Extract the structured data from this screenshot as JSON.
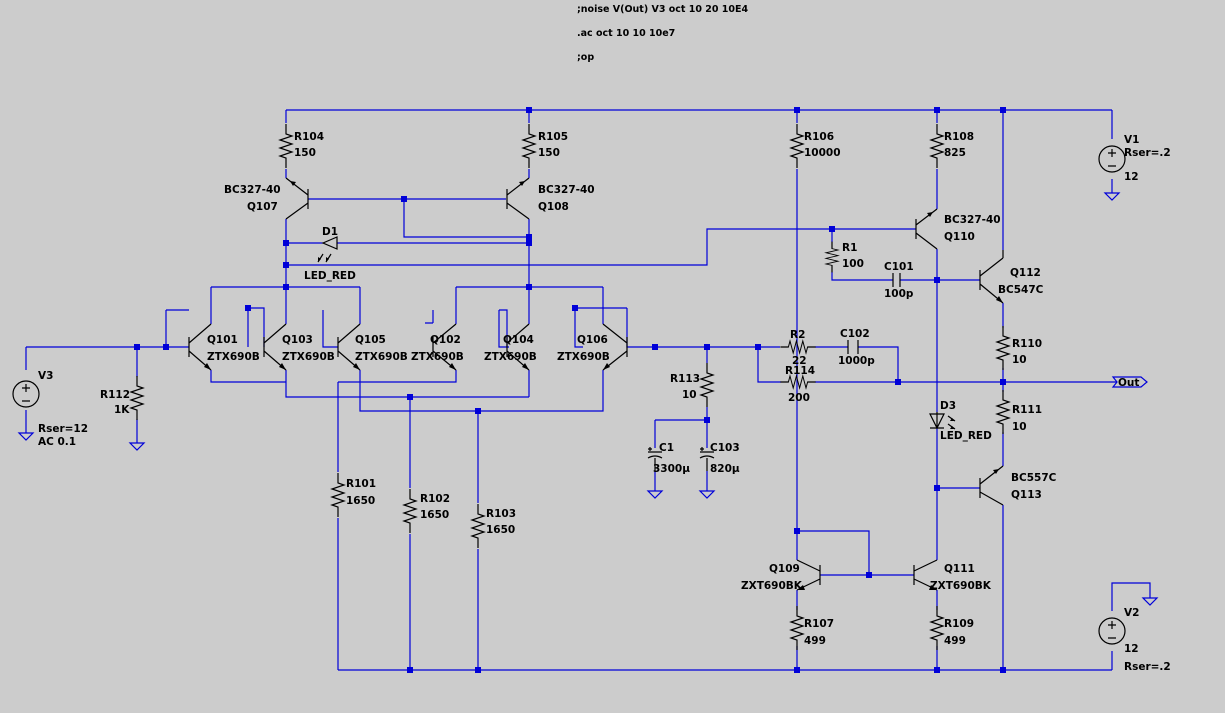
{
  "directives": [
    ";noise V(Out) V3 oct 10 20 10E4",
    ".ac oct 10 10 10e7",
    ";op"
  ],
  "resistors": {
    "R104": {
      "name": "R104",
      "value": "150"
    },
    "R105": {
      "name": "R105",
      "value": "150"
    },
    "R106": {
      "name": "R106",
      "value": "10000"
    },
    "R108": {
      "name": "R108",
      "value": "825"
    },
    "R1": {
      "name": "R1",
      "value": "100"
    },
    "R2": {
      "name": "R2",
      "value": "22"
    },
    "R114": {
      "name": "R114",
      "value": "200"
    },
    "R110": {
      "name": "R110",
      "value": "10"
    },
    "R111": {
      "name": "R111",
      "value": "10"
    },
    "R112": {
      "name": "R112",
      "value": "1K"
    },
    "R113": {
      "name": "R113",
      "value": "10"
    },
    "R101": {
      "name": "R101",
      "value": "1650"
    },
    "R102": {
      "name": "R102",
      "value": "1650"
    },
    "R103": {
      "name": "R103",
      "value": "1650"
    },
    "R107": {
      "name": "R107",
      "value": "499"
    },
    "R109": {
      "name": "R109",
      "value": "499"
    }
  },
  "transistors": {
    "Q107": {
      "name": "Q107",
      "model": "BC327-40"
    },
    "Q108": {
      "name": "Q108",
      "model": "BC327-40"
    },
    "Q110": {
      "name": "Q110",
      "model": "BC327-40"
    },
    "Q112": {
      "name": "Q112",
      "model": "BC547C"
    },
    "Q113": {
      "name": "Q113",
      "model": "BC557C"
    },
    "Q101": {
      "name": "Q101",
      "model": "ZTX690B"
    },
    "Q103": {
      "name": "Q103",
      "model": "ZTX690B"
    },
    "Q105": {
      "name": "Q105",
      "model": "ZTX690B"
    },
    "Q102": {
      "name": "Q102",
      "model": "ZTX690B"
    },
    "Q104": {
      "name": "Q104",
      "model": "ZTX690B"
    },
    "Q106": {
      "name": "Q106",
      "model": "ZTX690B"
    },
    "Q109": {
      "name": "Q109",
      "model": "ZXT690BK"
    },
    "Q111": {
      "name": "Q111",
      "model": "ZXT690BK"
    }
  },
  "capacitors": {
    "C101": {
      "name": "C101",
      "value": "100p"
    },
    "C102": {
      "name": "C102",
      "value": "1000p"
    },
    "C1": {
      "name": "C1",
      "value": "3300µ"
    },
    "C103": {
      "name": "C103",
      "value": "820µ"
    }
  },
  "diodes": {
    "D1": {
      "name": "D1",
      "model": "LED_RED"
    },
    "D3": {
      "name": "D3",
      "model": "LED_RED"
    }
  },
  "sources": {
    "V1": {
      "name": "V1",
      "value": "12",
      "param": "Rser=.2"
    },
    "V2": {
      "name": "V2",
      "value": "12",
      "param": "Rser=.2"
    },
    "V3": {
      "name": "V3",
      "param": "Rser=12",
      "ac": "AC 0.1"
    }
  },
  "out_label": "Out",
  "colors": {
    "background": "#cccccc",
    "wire": "#0000d8",
    "component": "#000000"
  }
}
